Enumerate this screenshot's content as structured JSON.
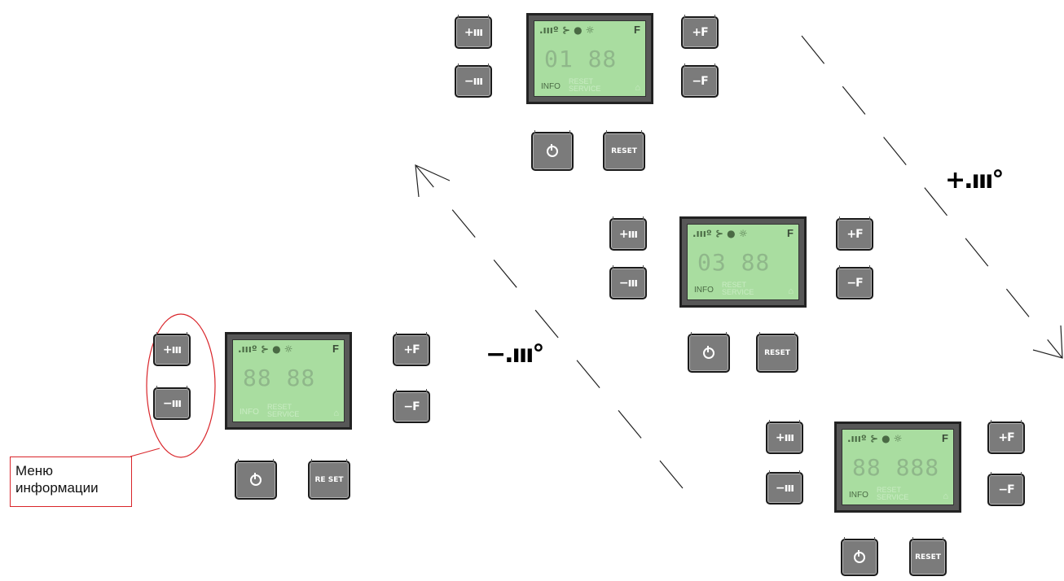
{
  "panels": [
    {
      "id": "panel-top",
      "lcd": {
        "top_icons": ".ıııº ⊱ ● ☼",
        "tap_icon": "F",
        "digits": "01 88",
        "info_label": "INFO",
        "reset_label": "RESET",
        "service_label": "SERVICE"
      },
      "buttons": {
        "heat_plus": "+ııı",
        "heat_minus": "−ııı",
        "dhw_plus": "+F",
        "dhw_minus": "−F",
        "reset": "RESET"
      }
    },
    {
      "id": "panel-middle",
      "lcd": {
        "top_icons": ".ıııº ⊱ ● ☼",
        "tap_icon": "F",
        "digits": "03 88",
        "info_label": "INFO",
        "reset_label": "RESET",
        "service_label": "SERVICE"
      },
      "buttons": {
        "heat_plus": "+ııı",
        "heat_minus": "−ııı",
        "dhw_plus": "+F",
        "dhw_minus": "−F",
        "reset": "RESET"
      }
    },
    {
      "id": "panel-left",
      "lcd": {
        "top_icons": ".ıııº ⊱ ● ☼",
        "tap_icon": "F",
        "digits": "88 88",
        "info_label": "INFO",
        "reset_label": "RESET",
        "service_label": "SERVICE"
      },
      "buttons": {
        "heat_plus": "+ııı",
        "heat_minus": "−ııı",
        "dhw_plus": "+F",
        "dhw_minus": "−F",
        "reset": "RE SET"
      }
    },
    {
      "id": "panel-bottom-right",
      "lcd": {
        "top_icons": ".ıııº ⊱ ● ☼",
        "tap_icon": "F",
        "digits": "88 888",
        "info_label": "INFO",
        "reset_label": "RESET",
        "service_label": "SERVICE"
      },
      "buttons": {
        "heat_plus": "+ııı",
        "heat_minus": "−ııı",
        "dhw_plus": "+F",
        "dhw_minus": "−F",
        "reset": "RESET"
      }
    }
  ],
  "transition_labels": {
    "plus_heating": "+.ııı°",
    "minus_heating": "−.ııı°"
  },
  "callout": {
    "line1": "Меню",
    "line2": "информации"
  },
  "colors": {
    "lcd_green": "#a9dda0",
    "button_grey": "#7b7b7b",
    "callout_red": "#d9252a"
  }
}
